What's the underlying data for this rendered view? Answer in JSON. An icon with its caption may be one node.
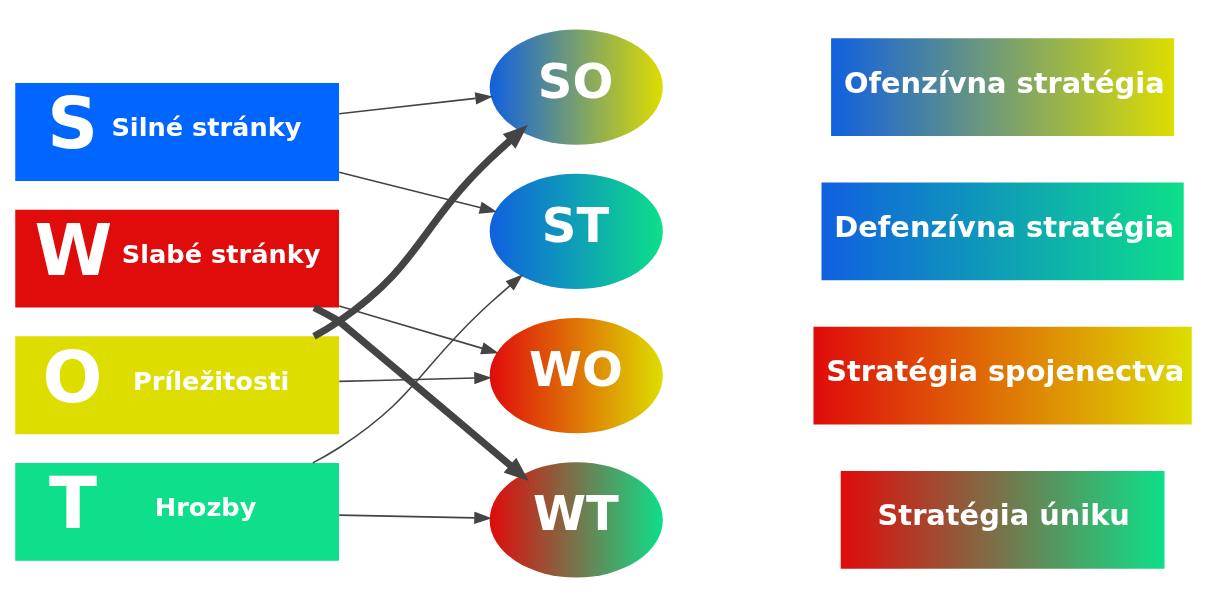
{
  "diagram": {
    "nodes": [
      {
        "text": [
          "S",
          "Silné stránky"
        ]
      },
      {
        "text": [
          "W",
          "Slabé stránky"
        ]
      },
      {
        "text": [
          "O",
          "Príležitosti"
        ]
      },
      {
        "text": [
          "T",
          "Hrozby"
        ]
      },
      {
        "text": [
          "SO"
        ]
      },
      {
        "text": [
          "ST"
        ]
      },
      {
        "text": [
          "WO"
        ]
      },
      {
        "text": [
          "WT"
        ]
      },
      {
        "text": [
          "Ofenzívna stratégia"
        ]
      },
      {
        "text": [
          "Defenzívna stratégia"
        ]
      },
      {
        "text": [
          "Stratégia spojenectva"
        ]
      },
      {
        "text": [
          "Stratégia úniku"
        ]
      }
    ],
    "edges": [
      {
        "from": 0,
        "to": 4,
        "arrow": "to"
      },
      {
        "from": 0,
        "to": 5,
        "arrow": "to"
      },
      {
        "from": 1,
        "to": 6,
        "arrow": "to"
      },
      {
        "from": 1,
        "to": 7,
        "arrow": "to",
        "style": "thick"
      },
      {
        "from": 2,
        "to": 4,
        "arrow": "to",
        "style": "thick"
      },
      {
        "from": 2,
        "to": 6,
        "arrow": "to"
      },
      {
        "from": 3,
        "to": 5,
        "arrow": "to"
      },
      {
        "from": 3,
        "to": 7,
        "arrow": "to"
      }
    ]
  }
}
